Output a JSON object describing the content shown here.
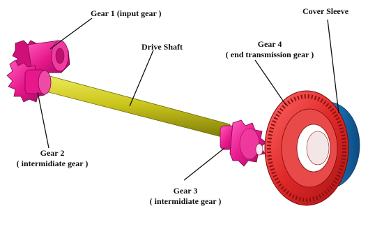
{
  "labels": {
    "gear1": "Gear 1 (input gear )",
    "drive_shaft": "Drive Shaft",
    "gear4_line1": "Gear 4",
    "gear4_line2": "( end transmission gear )",
    "cover_sleeve": "Cover Sleeve",
    "gear2_line1": "Gear 2",
    "gear2_line2": "( intermidiate gear )",
    "gear3_line1": "Gear 3",
    "gear3_line2": "( intermidiate gear )"
  },
  "colors": {
    "gear_magenta": "#e8188c",
    "shaft_yellow": "#c8c41a",
    "gear4_red": "#e02828",
    "sleeve_blue": "#1e7fc8",
    "leader_line": "#111111"
  }
}
